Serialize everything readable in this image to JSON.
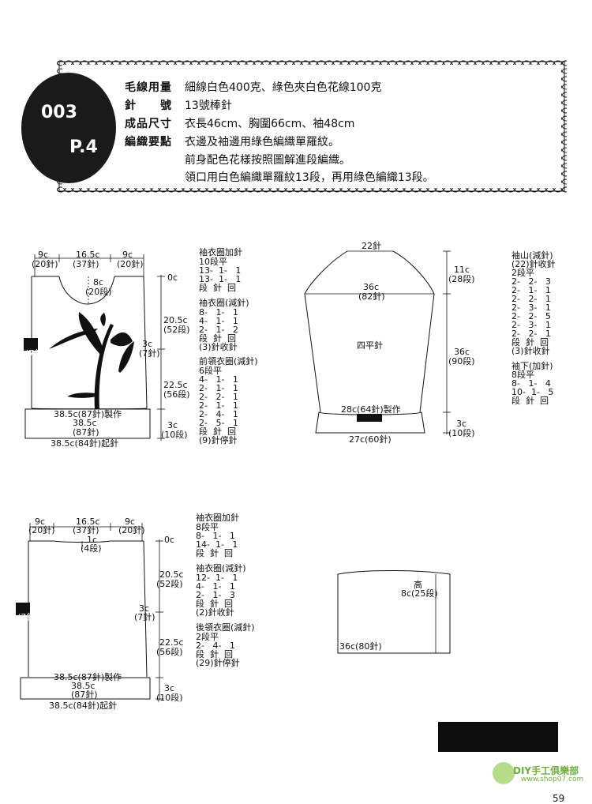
{
  "badge": {
    "code": "003",
    "page": "P.4"
  },
  "specs": [
    {
      "label": "毛線用量",
      "value": "細線白色400克、綠色夾白色花線100克"
    },
    {
      "label": "針　　號",
      "value": "13號棒針"
    },
    {
      "label": "成品尺寸",
      "value": "衣長46cm、胸圍66cm、袖48cm"
    },
    {
      "label": "編織要點",
      "value": "衣邊及袖邊用綠色編織單羅紋。"
    }
  ],
  "spec_extra": [
    "前身配色花樣按照圖解進段編織。",
    "領口用白色編織單羅紋13段，再用綠色編織13段。"
  ],
  "front": {
    "top_widths": [
      "9c",
      "16.5c",
      "9c"
    ],
    "top_stitches": [
      "(20針)",
      "(37針)",
      "(20針)"
    ],
    "neck_depth": "8c",
    "neck_rows": "(20段)",
    "side_top": "0c",
    "armhole_len": "20.5c",
    "armhole_rows": "(52段)",
    "underarm": "3c",
    "underarm_st": "(7針)",
    "body_len": "22.5c",
    "body_rows": "(56段)",
    "rib_len": "3c",
    "rib_rows": "(10段)",
    "bind_note": "38.5c(87針)製作",
    "rib_width": "38.5c",
    "rib_stitches": "(87針)",
    "cast_on": "38.5c(84針)起針",
    "left_mark": "(7針)"
  },
  "front_instructions": {
    "armhole_inc_title": "袖衣圈加針",
    "armhole_inc_lines": [
      "10段平",
      "13-  1-   1",
      "13-  1-   1",
      "段  針  回"
    ],
    "armhole_dec_title": "袖衣圈(減針)",
    "armhole_dec_lines": [
      "8-   1-   1",
      "4-   1-   1",
      "2-   1-   2",
      "段  針  回",
      "(3)針收針"
    ],
    "neck_dec_title": "前領衣圈(減針)",
    "neck_dec_lines": [
      "6段平",
      "4-   1-   1",
      "2-   1-   1",
      "2-   2-   1",
      "2-   1-   1",
      "2-   4-   1",
      "2-   5-   1",
      "段  針  回",
      "(9)針停針"
    ]
  },
  "sleeve": {
    "top": "22針",
    "cap_height": "11c",
    "cap_rows": "(28段)",
    "width": "36c",
    "width_stitches": "(82針)",
    "pattern": "四平針",
    "length": "36c",
    "length_rows": "(90段)",
    "bind_note": "28c(64針)製作",
    "cuff_len": "3c",
    "cuff_rows": "(10段)",
    "cast_on": "27c(60針)"
  },
  "sleeve_instructions": {
    "cap_title": "袖山(減針)",
    "cap_lines": [
      "(22)針收針",
      "2段平",
      "2-   2-   3",
      "2-   1-   1",
      "2-   2-   1",
      "2-   3-   1",
      "2-   2-   5",
      "2-   3-   1",
      "2-   2-   1",
      "段  針  回",
      "(3)針收針"
    ],
    "under_title": "袖下(加針)",
    "under_lines": [
      "8段平",
      "8-   1-   4",
      "10-  1-   5",
      "段  針  回"
    ]
  },
  "back": {
    "top_widths": [
      "9c",
      "16.5c",
      "9c"
    ],
    "top_stitches": [
      "(20針)",
      "(37針)",
      "(20針)"
    ],
    "neck_depth": "1c",
    "neck_rows": "(4段)",
    "side_top": "0c",
    "armhole_len": "20.5c",
    "armhole_rows": "(52段)",
    "underarm": "3c",
    "underarm_st": "(7針)",
    "body_len": "22.5c",
    "body_rows": "(56段)",
    "rib_len": "3c",
    "rib_rows": "(10段)",
    "bind_note": "38.5c(87針)製作",
    "rib_width": "38.5c",
    "rib_stitches": "(87針)",
    "cast_on": "38.5c(84針)起針",
    "left_mark": "(7針)"
  },
  "back_instructions": {
    "armhole_inc_title": "袖衣圈加針",
    "armhole_inc_lines": [
      "8段平",
      "8-   1-   1",
      "14-  1-   1",
      "段  針  回"
    ],
    "armhole_dec_title": "袖衣圈(減針)",
    "armhole_dec_lines": [
      "12-  1-   1",
      "4-   1-   1",
      "2-   1-   3",
      "段  針  回",
      "(2)針收針"
    ],
    "neck_dec_title": "後領衣圈(減針)",
    "neck_dec_lines": [
      "2段平",
      "2-   4-   1",
      "段  針  回",
      "(29)針停針"
    ]
  },
  "collar": {
    "height_label": "高",
    "height": "8c(25段)",
    "width": "36c(80針)"
  },
  "footer": {
    "page_number": "59",
    "logo_text": "DIY手工俱樂部",
    "logo_url": "www.shop07.com"
  },
  "colors": {
    "ink": "#111111",
    "paper": "#ffffff",
    "logo_green": "#6fae3a"
  }
}
